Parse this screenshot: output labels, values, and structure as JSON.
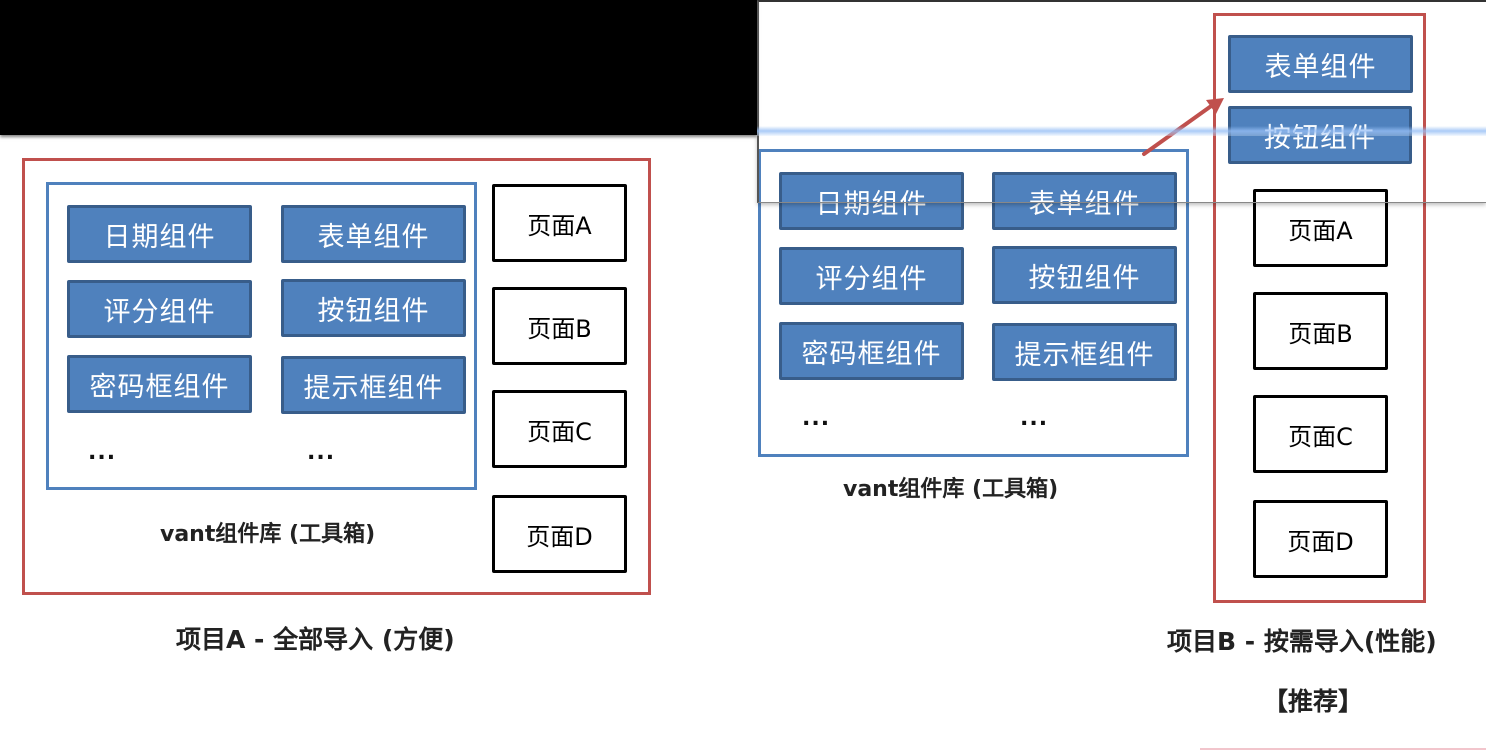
{
  "project_a": {
    "library": {
      "components": [
        "日期组件",
        "表单组件",
        "评分组件",
        "按钮组件",
        "密码框组件",
        "提示框组件"
      ],
      "ellipsis": [
        "...",
        "..."
      ],
      "label": "vant组件库 (工具箱)"
    },
    "pages": [
      "页面A",
      "页面B",
      "页面C",
      "页面D"
    ],
    "caption": "项目A - 全部导入 (方便)"
  },
  "project_b": {
    "library": {
      "components": [
        "日期组件",
        "表单组件",
        "评分组件",
        "按钮组件",
        "密码框组件",
        "提示框组件"
      ],
      "ellipsis": [
        "...",
        "..."
      ],
      "label": "vant组件库 (工具箱)"
    },
    "imported_components": [
      "表单组件",
      "按钮组件"
    ],
    "pages": [
      "页面A",
      "页面B",
      "页面C",
      "页面D"
    ],
    "caption": "项目B - 按需导入(性能)",
    "recommend": "【推荐】"
  },
  "colors": {
    "component_fill": "#4f81bd",
    "component_border": "#385d8a",
    "project_frame": "#c0504d",
    "library_frame": "#4f81bd",
    "arrow": "#c0504d"
  }
}
